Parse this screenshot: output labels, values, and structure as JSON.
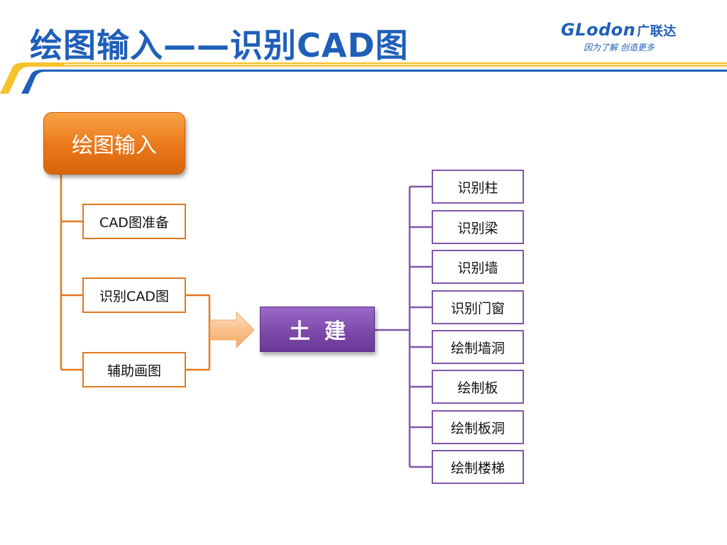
{
  "title": "绘图输入——识别CAD图",
  "brand": {
    "logo_text": "GLodon",
    "logo_cn": "广联达",
    "slogan": "因为了解 创造更多"
  },
  "diagram": {
    "root": "绘图输入",
    "children": [
      "CAD图准备",
      "识别CAD图",
      "辅助画图"
    ],
    "hub": "土建",
    "leaves": [
      "识别柱",
      "识别梁",
      "识别墙",
      "识别门窗",
      "绘制墙洞",
      "绘制板",
      "绘制板洞",
      "绘制楼梯"
    ]
  },
  "colors": {
    "title_blue": "#1f5fb9",
    "band_yellow": "#f5c22a",
    "band_blue": "#1f5fb9",
    "root_orange": "#e9771a",
    "hub_purple": "#7d4aaa",
    "branch_purple": "#8256a8"
  }
}
